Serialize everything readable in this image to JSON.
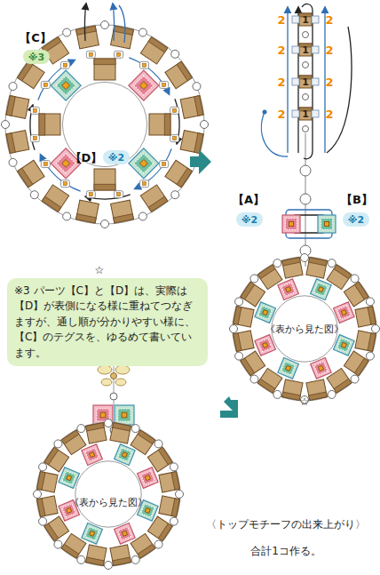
{
  "diagram": {
    "nodes": [
      {
        "text": [
          "※3"
        ]
      },
      {
        "text": [
          "※2"
        ]
      },
      {
        "text": [
          "※3 パーツ【C】と【D】は、実際は【D】が表側になる様に重ねてつなぎますが、通し順が分かりやすい様に、【C】のテグスを、ゆるめて書いています。"
        ]
      },
      {
        "text": [
          "※2"
        ]
      },
      {
        "text": [
          "※2"
        ]
      }
    ],
    "labels": [
      "【C】",
      "【D】",
      "【A】",
      "【B】",
      "☆",
      "☆",
      "2",
      "1",
      "2",
      "2",
      "1",
      "2",
      "2",
      "1",
      "2",
      "2",
      "1",
      "2",
      "《表から見た図》",
      "《表から見た図》",
      "〈トップモチーフの出来上がり〉",
      "合計1コ作る。"
    ]
  }
}
